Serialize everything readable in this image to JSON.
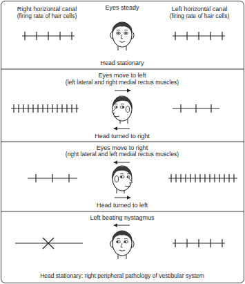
{
  "diagram": {
    "nodes": [
      {
        "text": [
          "Right horizontal canal",
          "(firing rate of hair cells)",
          "Eyes steady",
          "Left horizontal canal",
          "(firing rate of hair cells)",
          "Head stationary"
        ]
      },
      {
        "text": [
          "Eyes move to left",
          "(left lateral and right medial rectus muscles)",
          "Head turned to right"
        ]
      },
      {
        "text": [
          "Eyes move to right",
          "(right lateral and left medial rectus muscles)",
          "Head turned to left"
        ]
      },
      {
        "text": [
          "Left beating nystagmus",
          "Head stationary: right peripheral pathology of vestibular system"
        ]
      }
    ]
  }
}
